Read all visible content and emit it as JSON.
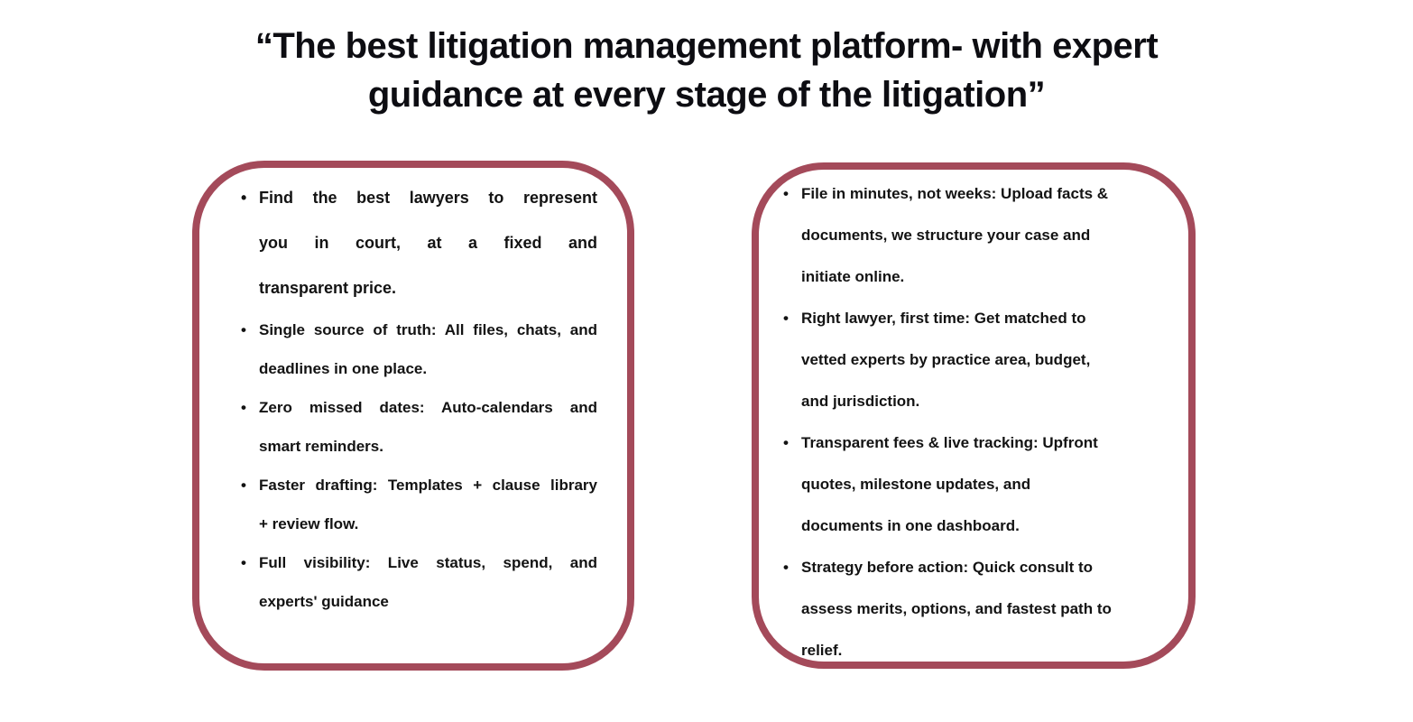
{
  "colors": {
    "background": "#ffffff",
    "card_border": "#a44a5a",
    "title_text": "#0d0d12",
    "body_text": "#131313"
  },
  "title": {
    "text": "“The best litigation management platform- with expert guidance at every stage of the litigation”",
    "lines": [
      "“The best litigation management platform- with expert",
      "guidance at every stage of the litigation”"
    ]
  },
  "left_card": {
    "items": [
      {
        "text": "Find the best lawyers to represent you in court, at a fixed and transparent price.",
        "lines": [
          "Find the best lawyers to represent",
          "you in court, at a fixed and",
          "transparent price."
        ]
      },
      {
        "text": "Single source of truth: All files, chats, and deadlines in one place.",
        "lines": [
          "Single source of truth: All files, chats, and",
          "deadlines in one place."
        ]
      },
      {
        "text": "Zero missed dates: Auto-calendars and smart reminders.",
        "lines": [
          "Zero missed dates: Auto-calendars and",
          "smart reminders."
        ]
      },
      {
        "text": "Faster drafting: Templates + clause library + review flow.",
        "lines": [
          "Faster drafting: Templates + clause library",
          "+ review flow."
        ]
      },
      {
        "text": "Full visibility: Live status, spend, and experts' guidance",
        "lines": [
          "Full visibility: Live status, spend, and",
          "experts' guidance"
        ]
      }
    ]
  },
  "right_card": {
    "items": [
      {
        "text": "File in minutes, not weeks: Upload facts & documents, we structure your case and initiate online.",
        "lines": [
          "File in minutes, not weeks: Upload facts &",
          "documents, we structure your case and",
          "initiate online."
        ]
      },
      {
        "text": "Right lawyer, first time: Get matched to vetted experts by practice area, budget, and jurisdiction.",
        "lines": [
          "Right lawyer, first time: Get matched to",
          "vetted experts by practice area, budget,",
          "and jurisdiction."
        ]
      },
      {
        "text": "Transparent fees & live tracking: Upfront quotes, milestone updates, and documents in one dashboard.",
        "lines": [
          "Transparent fees & live tracking: Upfront",
          "quotes, milestone updates, and",
          "documents in one dashboard."
        ]
      },
      {
        "text": "Strategy before action: Quick consult to assess merits, options, and fastest path to relief.",
        "lines": [
          "Strategy before action: Quick consult to",
          "assess merits, options, and fastest path to",
          "relief."
        ]
      }
    ]
  }
}
